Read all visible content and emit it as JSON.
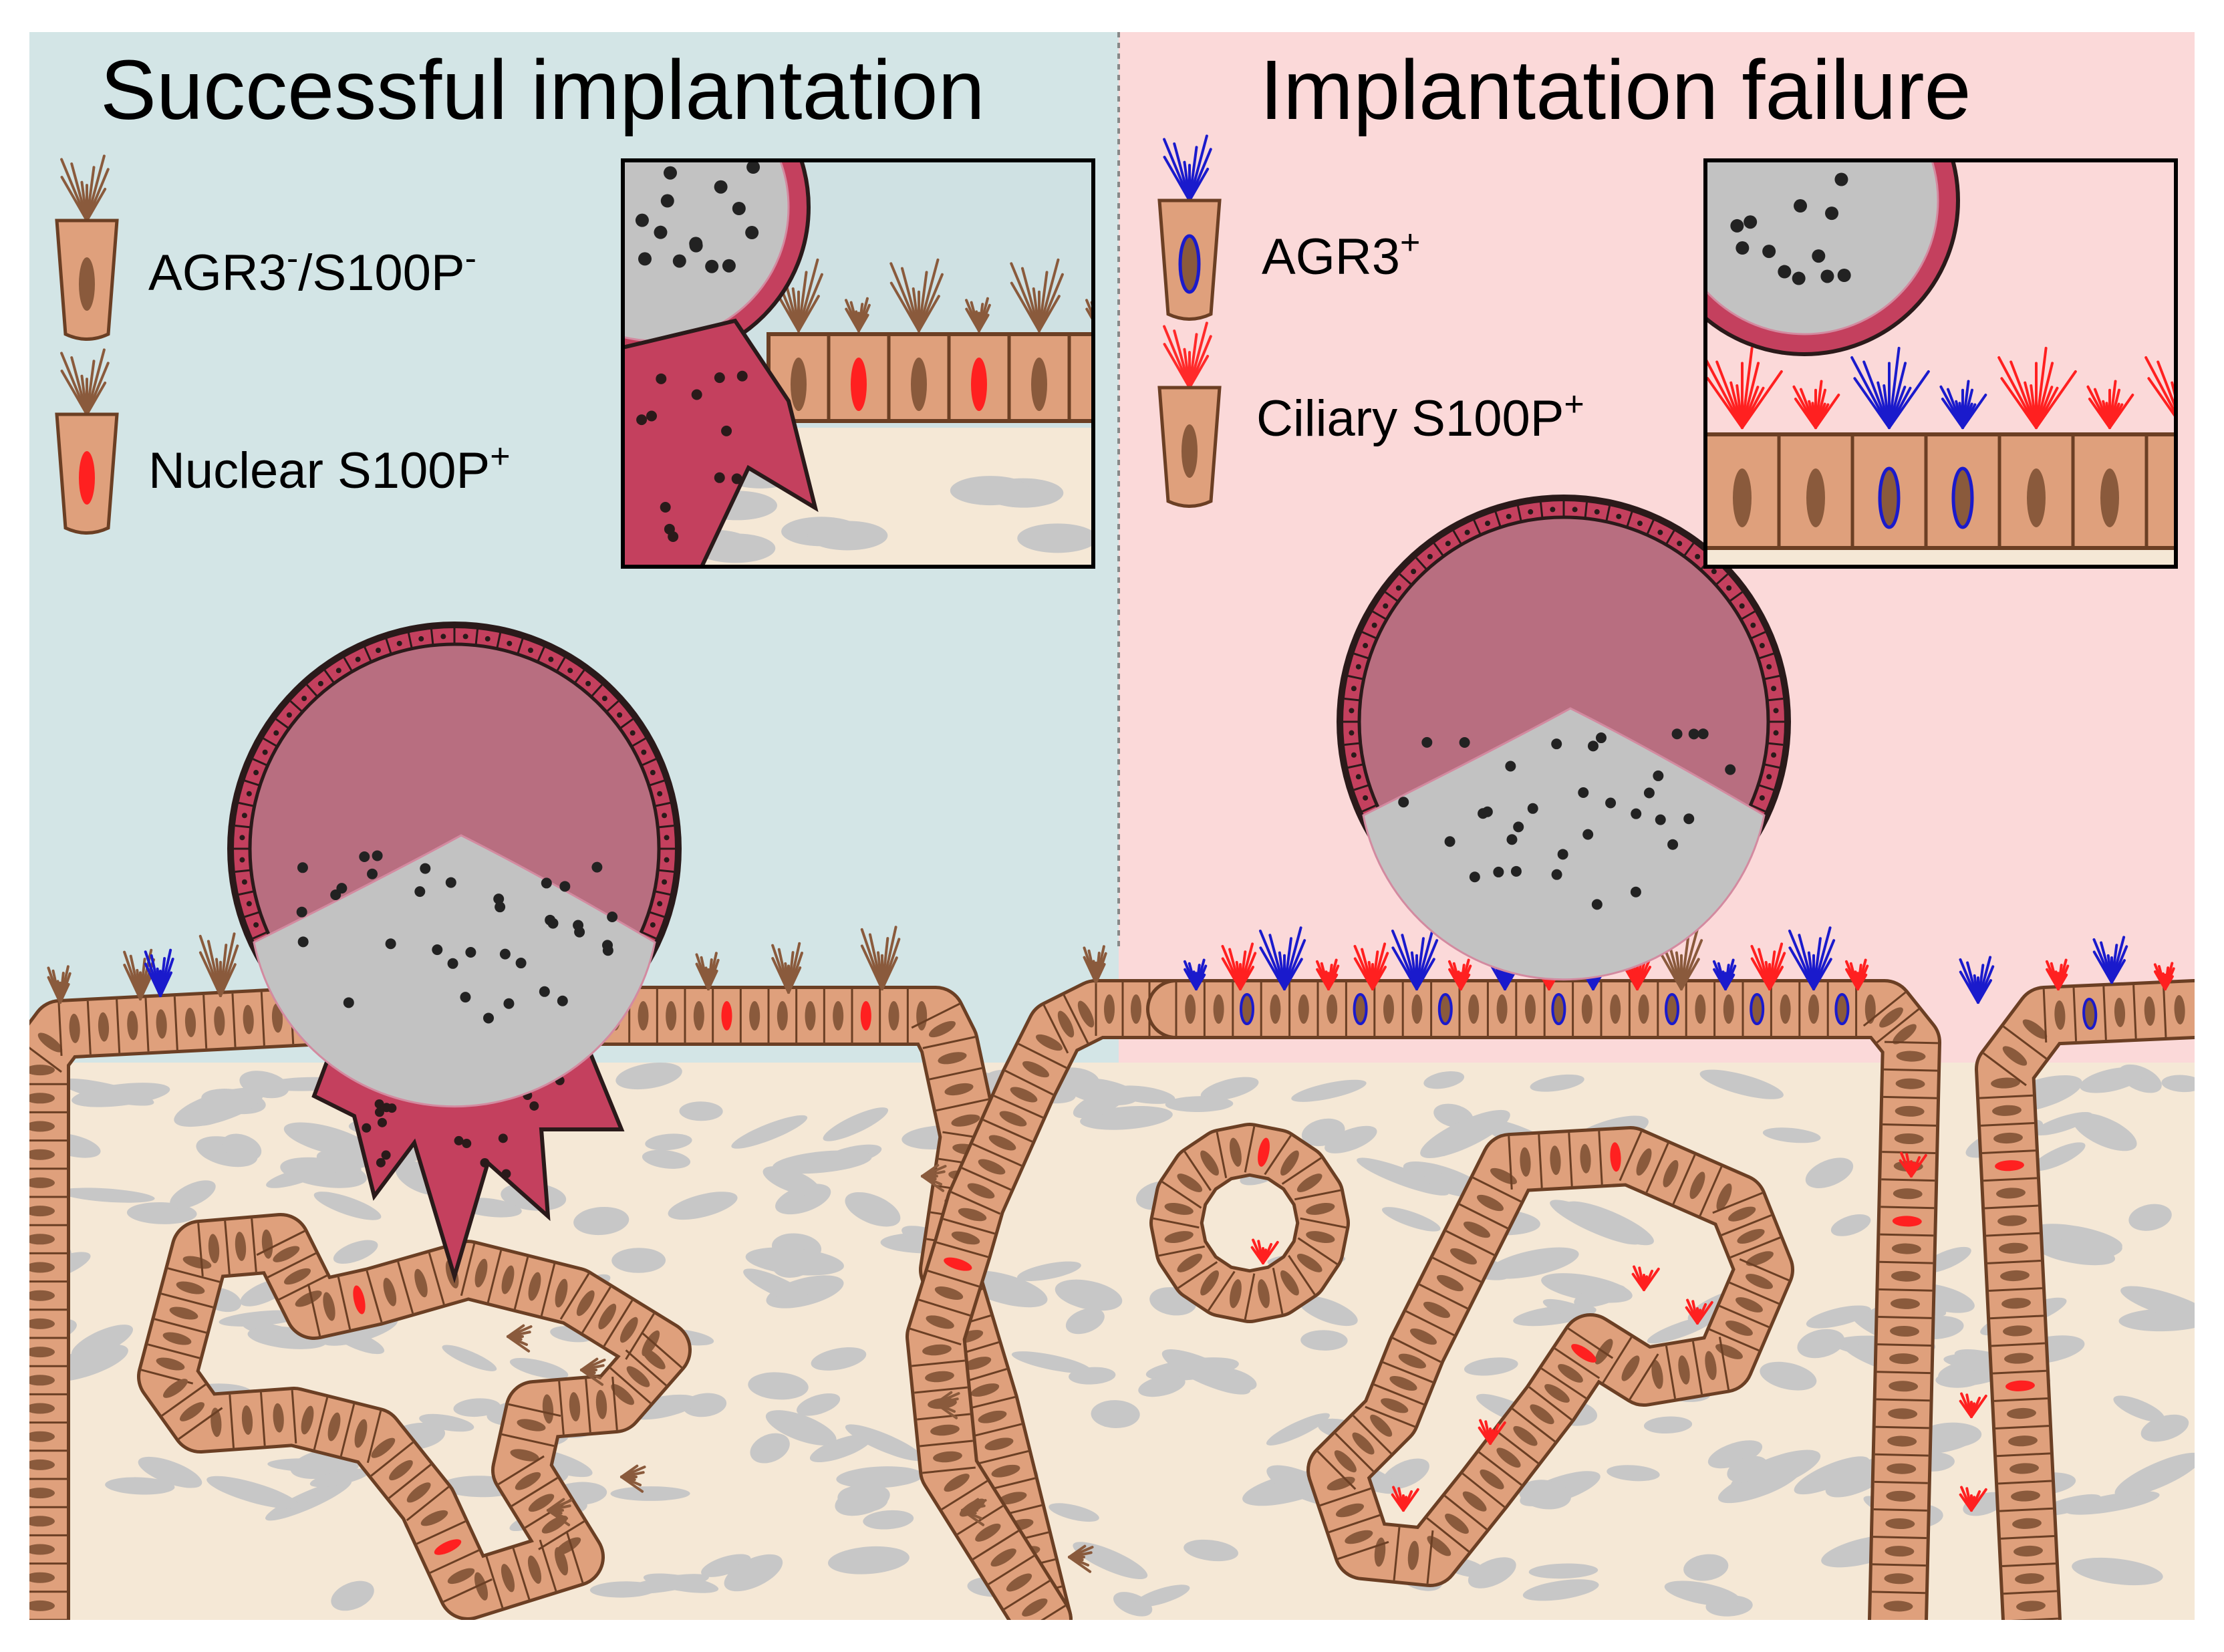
{
  "panels": {
    "left": {
      "title": "Successful implantation",
      "legend": [
        {
          "label_main": "AGR3",
          "label_sup1": "-",
          "label_mid": "/S100P",
          "label_sup2": "-",
          "cilia_color": "#8a5a3c",
          "nucleus": "brown"
        },
        {
          "label_main": "Nuclear S100P",
          "label_sup1": "+",
          "cilia_color": "#8a5a3c",
          "nucleus": "red"
        }
      ]
    },
    "right": {
      "title": "Implantation failure",
      "legend": [
        {
          "label_main": "AGR3",
          "label_sup1": "+",
          "cilia_color": "#1a1acc",
          "nucleus": "blue-outline"
        },
        {
          "label_main": "Ciliary S100P",
          "label_sup1": "+",
          "cilia_color": "#ff2a2a",
          "nucleus": "brown"
        }
      ]
    }
  },
  "colors": {
    "left_bg": "#d3e5e6",
    "right_bg": "#fbd9d9",
    "stroma": "#f5e8d6",
    "stroma_cells": "#c7c7c7",
    "epithelium": "#dfa07c",
    "epithelium_outline": "#6b3f24",
    "nucleus_brown": "#8a5a3c",
    "nucleus_red": "#ff2020",
    "agr3_blue": "#1a1acc",
    "blastocyst_cavity": "#b86e80",
    "trophoblast": "#c4405e",
    "inner_cell_mass": "#c2c2c2"
  },
  "icons": [
    "ciliated-cell-icon",
    "embryo-icon",
    "gland-icon"
  ]
}
